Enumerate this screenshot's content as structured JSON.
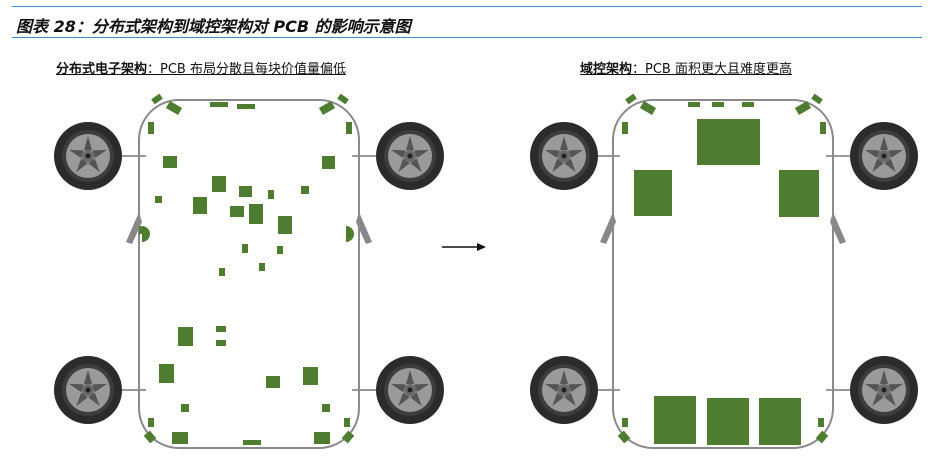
{
  "figure": {
    "title": "图表 28：分布式架构到域控架构对 PCB 的影响示意图"
  },
  "left_panel": {
    "caption_bold": "分布式电子架构",
    "caption_rest": "：PCB 布局分散且每块价值量偏低"
  },
  "right_panel": {
    "caption_bold": "域控架构",
    "caption_rest": "：PCB 面积更大且难度更高"
  },
  "colors": {
    "pcb_green": "#4e7d31",
    "frame": "#8a8a8a",
    "header_rule": "#3a8fd0",
    "tire": "#2b2b2b",
    "rim": "#9a9a9a"
  },
  "icons": [
    "car-body-outline",
    "wheel-icon",
    "pcb-block",
    "arrow-right-icon"
  ]
}
